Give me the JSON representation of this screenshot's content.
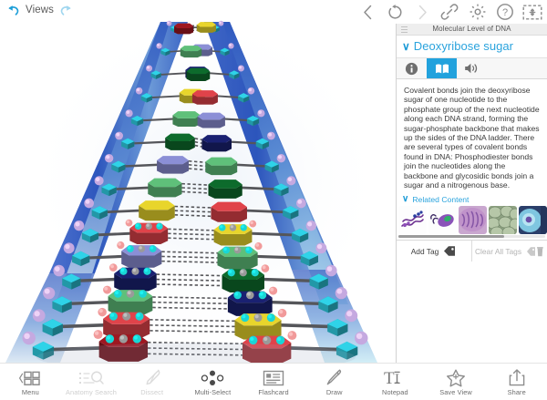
{
  "topbar": {
    "undo_icon": "undo-arrow-icon",
    "views_label": "Views",
    "redo_icon": "redo-arrow-icon",
    "icons": [
      {
        "name": "back-chevron-icon",
        "glyph": "chevron-left",
        "state": "enabled"
      },
      {
        "name": "reset-rotate-icon",
        "glyph": "circular-arrow",
        "state": "enabled"
      },
      {
        "name": "forward-chevron-icon",
        "glyph": "chevron-right",
        "state": "disabled"
      },
      {
        "name": "link-icon",
        "glyph": "chain-link",
        "state": "enabled"
      },
      {
        "name": "settings-gear-icon",
        "glyph": "gear",
        "state": "enabled"
      },
      {
        "name": "help-icon",
        "glyph": "question-circle",
        "state": "enabled"
      },
      {
        "name": "fit-to-screen-icon",
        "glyph": "expand-frame",
        "state": "enabled"
      }
    ]
  },
  "panel": {
    "window_title": "Molecular Level of DNA",
    "structure_name": "Deoxyribose sugar",
    "collapse_chevron": "chevron-down-icon",
    "tabs": [
      {
        "name": "tab-info",
        "icon": "info-circle-icon",
        "selected": false
      },
      {
        "name": "tab-definition",
        "icon": "open-book-icon",
        "selected": true
      },
      {
        "name": "tab-audio",
        "icon": "speaker-icon",
        "selected": false
      }
    ],
    "description": "Covalent bonds join the deoxyribose sugar of one nucleotide to the phosphate group of the next nucleotide along each DNA strand, forming the sugar-phosphate backbone that makes up the sides of the DNA ladder. There are several types of covalent bonds found in DNA: Phosphodiester bonds join the nucleotides along the backbone and glycosidic bonds join a sugar and a nitrogenous base.",
    "related_content_label": "Related Content",
    "related_thumbnails": [
      {
        "name": "thumbnail-dna-strand",
        "alt": "dna-strand-image"
      },
      {
        "name": "thumbnail-bacterium",
        "alt": "bacterium-image"
      },
      {
        "name": "thumbnail-chromatin",
        "alt": "chromatin-image"
      },
      {
        "name": "thumbnail-cells",
        "alt": "cells-image"
      },
      {
        "name": "thumbnail-nucleus",
        "alt": "nucleus-image"
      }
    ],
    "add_tag_label": "Add Tag",
    "add_tag_icon": "tag-icon",
    "clear_tags_label": "Clear All Tags",
    "clear_tags_icon": "tag-trash-icon",
    "clear_tags_disabled": true
  },
  "bottom_toolbar": [
    {
      "name": "tool-menu",
      "label": "Menu",
      "icon": "grid-menu-icon",
      "disabled": false
    },
    {
      "name": "tool-anatomy-search",
      "label": "Anatomy Search",
      "icon": "search-list-icon",
      "disabled": true
    },
    {
      "name": "tool-dissect",
      "label": "Dissect",
      "icon": "scalpel-icon",
      "disabled": true
    },
    {
      "name": "tool-multi-select",
      "label": "Multi-Select",
      "icon": "multi-select-icon",
      "disabled": false
    },
    {
      "name": "tool-flashcard",
      "label": "Flashcard",
      "icon": "flashcard-icon",
      "disabled": false
    },
    {
      "name": "tool-draw",
      "label": "Draw",
      "icon": "pencil-icon",
      "disabled": false
    },
    {
      "name": "tool-notepad",
      "label": "Notepad",
      "icon": "text-tool-icon",
      "disabled": false
    },
    {
      "name": "tool-save-view",
      "label": "Save View",
      "icon": "star-plus-icon",
      "disabled": false
    },
    {
      "name": "tool-share",
      "label": "Share",
      "icon": "share-upload-icon",
      "disabled": false
    }
  ],
  "viewport": {
    "model_name": "dna-double-helix-3d-model",
    "colors": {
      "accent_blue": "#22a2dd",
      "backbone_blue": "#2f5bbf",
      "sugar_cyan": "#2fd3e8",
      "phosphate_violet": "#c5a9e0",
      "base_red": "#e0434a",
      "base_darkred": "#9e1721",
      "base_yellow": "#e8d52c",
      "base_green": "#5fc07a",
      "base_darkgreen": "#0d6b2c",
      "base_violet": "#8b8fd6",
      "base_navy": "#1a2172"
    }
  }
}
